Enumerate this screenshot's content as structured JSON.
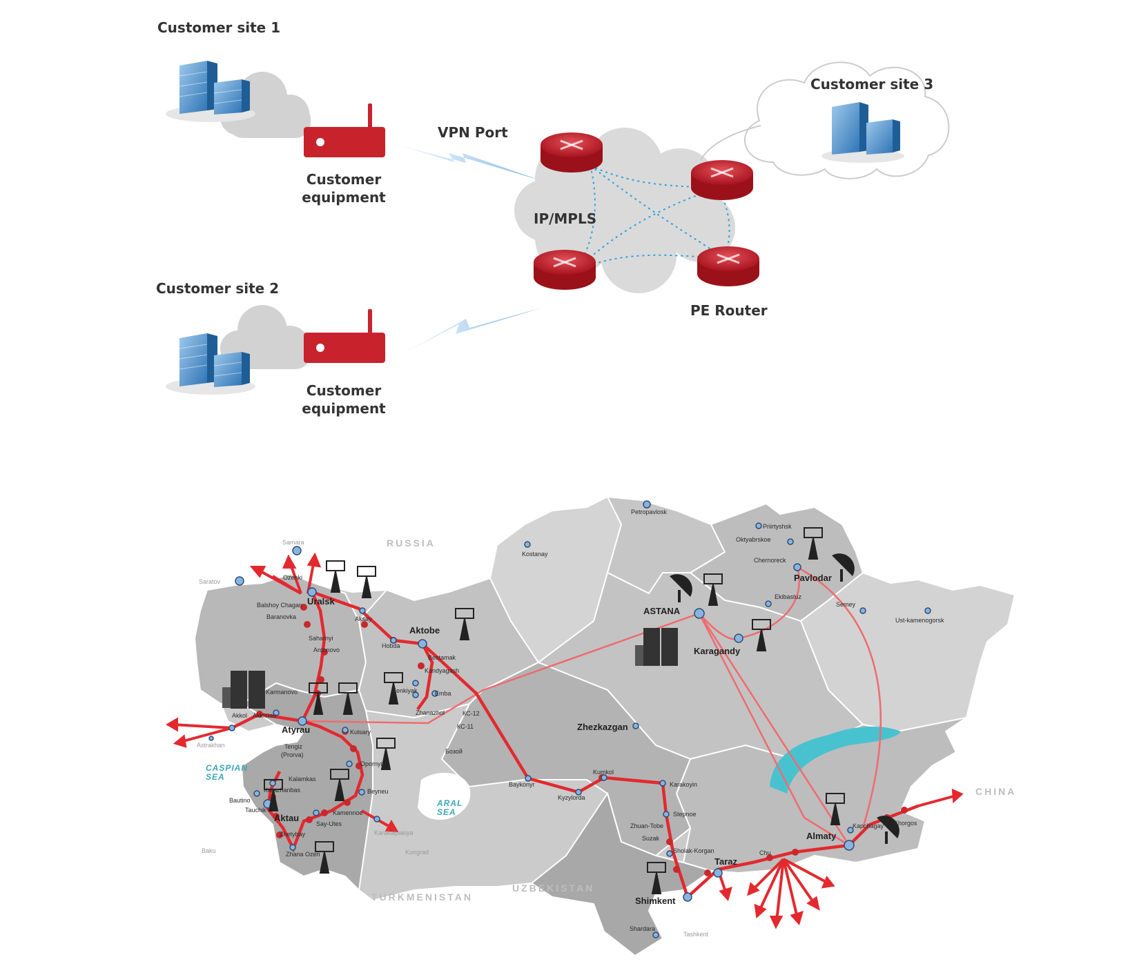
{
  "vpn_diagram": {
    "site1": "Customer site 1",
    "site2": "Customer site 2",
    "site3": "Customer site 3",
    "customer_equipment_1": "Customer equipment",
    "customer_equipment_2": "Customer equipment",
    "vpn_port": "VPN Port",
    "core": "IP/MPLS",
    "pe_router": "PE Router"
  },
  "map": {
    "countries": {
      "russia": "RUSSIA",
      "china": "CHINA",
      "uzbekistan": "UZBEKISTAN",
      "turkmenistan": "TURKMENISTAN"
    },
    "seas": {
      "caspian_1": "CASPIAN",
      "caspian_2": "SEA",
      "aral_1": "ARAL",
      "aral_2": "SEA"
    },
    "major_cities": {
      "astana": "ASTANA",
      "almaty": "Almaty",
      "karagandy": "Karagandy",
      "pavlodar": "Pavlodar",
      "aktobe": "Aktobe",
      "uralsk": "Uralsk",
      "atyrau": "Atyrau",
      "aktau": "Aktau",
      "shimkent": "Shimkent",
      "taraz": "Taraz",
      "zhezkazgan": "Zhezkazgan"
    },
    "small_cities": {
      "petropavlosk": "Petropavlosk",
      "kostanay": "Kostanay",
      "priirtyshsk": "Priirtyshsk",
      "oktyabrskoe": "Oktyabrskoe",
      "chernoreck": "Chernoreck",
      "ekibastuz": "Ekibastuz",
      "semey": "Semey",
      "ust_kamenogorsk": "Ust-kamenogorsk",
      "ozenki": "Ozenki",
      "balshoy_chagan": "Balshoy Chagan",
      "baranovka": "Baranovka",
      "saharnyi": "Saharnyi",
      "antonovo": "Antonovo",
      "aksay": "Aksay",
      "hobda": "Hobda",
      "bestamak": "Bestamak",
      "kandyagash": "Kandyagash",
      "emba": "Emba",
      "zhanazhol": "Zhanazhol",
      "kc12": "КС-12",
      "kc11": "КС-11",
      "bozoi": "Бозой",
      "akkol": "Akkol",
      "akkistau": "Akkistau",
      "karmanovo": "Karmanovo",
      "kulsary": "Kulsary",
      "tengiz": "Tengiz",
      "prorva": "(Prorva)",
      "opornyi": "Opornyi",
      "beyneu": "Beyneu",
      "kamennoe": "Kamennoe",
      "sayutes": "Say-Utes",
      "kalamkas": "Kalamkas",
      "karazhanbas": "Karazhanbas",
      "bautino": "Bautino",
      "tauchik": "Tauchik",
      "zhetybay": "Zhetybay",
      "zhana_ozen": "Zhana Ozen",
      "baykonyr": "Baykonyr",
      "kyzylorda": "Kyzylorda",
      "kumkol": "Kumkol",
      "karakoyin": "Karakoyin",
      "stepnoe": "Stepnoe",
      "zhuan_tobe": "Zhuan-Tobe",
      "suzak": "Suzak",
      "sholak_korgan": "Sholak-Korgan",
      "chu": "Chu",
      "kapchagay": "Kapchagay",
      "khorgos": "Khorgos",
      "shardara": "Shardara",
      "kenkiyak": "Kenkiyak"
    },
    "foreign_cities": {
      "samara": "Samara",
      "saratov": "Saratov",
      "astrakhan": "Astrakhan",
      "baku": "Baku",
      "kungrad": "Kungrad",
      "tashkent": "Tashkent",
      "karakalpakiya": "Karakalpakiya"
    }
  },
  "colors": {
    "route": "#e33a3c",
    "router": "#b81c25",
    "cloud": "#d9d9d9",
    "map_fill": "#c9c9c9",
    "map_border": "#ffffff",
    "lake": "#49c2cf",
    "text": "#333333"
  },
  "icons": [
    "building-icon",
    "cloud-icon",
    "modem-icon",
    "router-icon",
    "lightning-link-icon",
    "antenna-tower-icon",
    "satellite-dish-icon",
    "server-rack-icon"
  ]
}
